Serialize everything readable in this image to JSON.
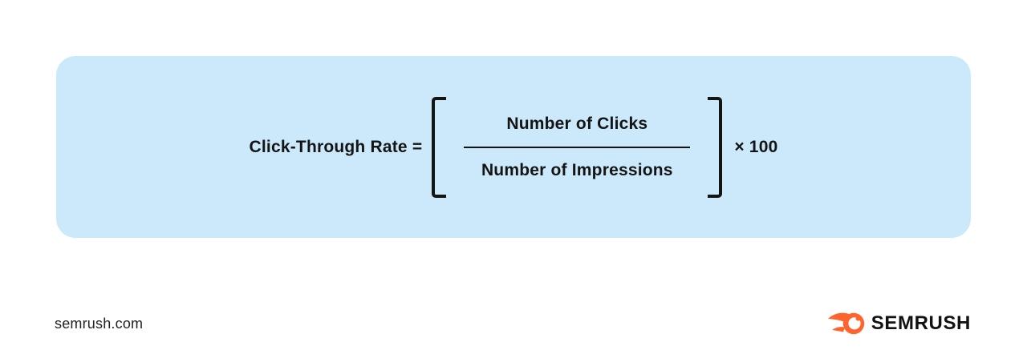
{
  "banner": {
    "formula": {
      "lhs": "Click-Through Rate =",
      "numerator": "Number of Clicks",
      "denominator": "Number of Impressions",
      "multiplier": "× 100"
    }
  },
  "footer": {
    "website": "semrush.com",
    "brand": "SEMRUSH"
  },
  "colors": {
    "banner_bg": "#cbe9fb",
    "formula_text": "#141414",
    "brand_orange": "#ff642d",
    "logo_text": "#121212"
  }
}
